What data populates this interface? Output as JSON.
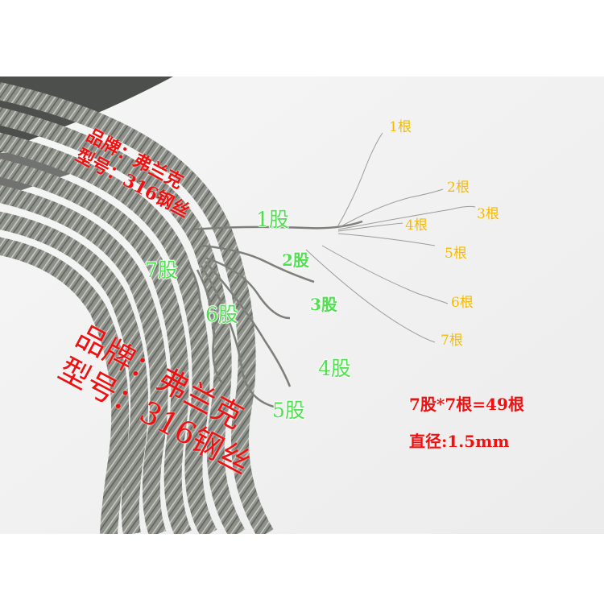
{
  "wire_labels": [
    "1根",
    "2根",
    "3根",
    "4根",
    "5根",
    "6根",
    "7根"
  ],
  "strand_labels": [
    "1股",
    "2股",
    "3股",
    "4股",
    "5股",
    "6股",
    "7股"
  ],
  "watermark_top": {
    "line1": "品牌：弗兰克",
    "line2": "型号：316钢丝"
  },
  "watermark_bottom": {
    "line1": "品牌：弗兰克",
    "line2": "型号：316钢丝"
  },
  "specs": {
    "formula": "7股*7根=49根",
    "diameter": "直径:1.5mm"
  },
  "colors": {
    "wire_label": "#f5b800",
    "strand_label": "#4fe04f",
    "watermark": "#ee1111",
    "cable": "#8e918a"
  }
}
